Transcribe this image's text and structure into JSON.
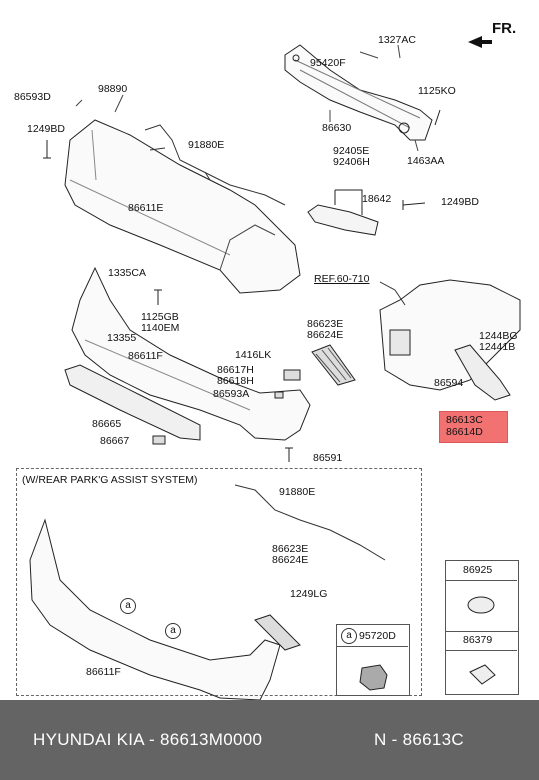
{
  "header": {
    "direction": "FR."
  },
  "reference": "REF.60-710",
  "inset": {
    "title": "(W/REAR PARK'G ASSIST SYSTEM)",
    "callout_a": "a",
    "box_a_part": "95720D"
  },
  "labels": {
    "l1327AC": "1327AC",
    "l95420F": "95420F",
    "l1125KO": "1125KO",
    "l86630": "86630",
    "l1463AA": "1463AA",
    "l86593D": "86593D",
    "l98890": "98890",
    "l1249BD_a": "1249BD",
    "l91880E_a": "91880E",
    "l92405E": "92405E",
    "l92406H": "92406H",
    "l18642": "18642",
    "l1249BD_b": "1249BD",
    "l86611E": "86611E",
    "l1335CA": "1335CA",
    "l1125GB": "1125GB",
    "l1140EM": "1140EM",
    "l13355": "13355",
    "l86611F_a": "86611F",
    "l86623E_a": "86623E",
    "l86624E_a": "86624E",
    "l1416LK": "1416LK",
    "l86617H": "86617H",
    "l86618H": "86618H",
    "l86593A": "86593A",
    "l86665": "86665",
    "l86667": "86667",
    "l86591": "86591",
    "l1244BG": "1244BG",
    "l12441B": "12441B",
    "l86594": "86594",
    "l86613C": "86613C",
    "l86614D": "86614D",
    "l91880E_b": "91880E",
    "l86623E_b": "86623E",
    "l86624E_b": "86624E",
    "l1249LG": "1249LG",
    "l86611F_b": "86611F",
    "l86925": "86925",
    "l86379": "86379"
  },
  "footer": {
    "brand": "HYUNDAI  KIA - 86613M0000",
    "code": "N - 86613C"
  },
  "colors": {
    "highlight": "#f05a5a",
    "footer_bg": "#646464"
  }
}
